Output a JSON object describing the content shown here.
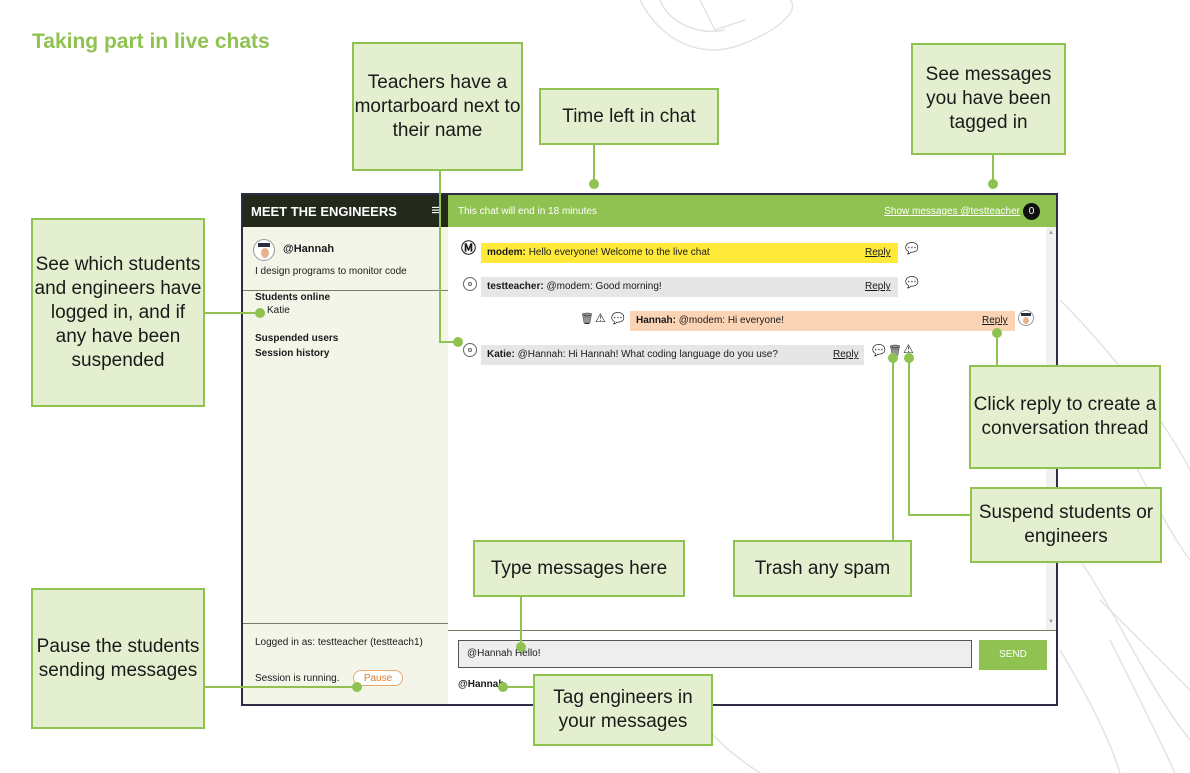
{
  "page_title": "Taking part in live chats",
  "app": {
    "sidebar": {
      "title": "MEET THE ENGINEERS",
      "menu_icon": "hamburger-icon",
      "profile": {
        "name": "@Hannah",
        "bio": "I design programs to monitor code"
      },
      "students_online_label": "Students online",
      "students_online": [
        "Katie"
      ],
      "suspended_label": "Suspended users",
      "history_label": "Session history",
      "logged_in": "Logged in as: testteacher (testteach1)",
      "session_status": "Session is running.",
      "pause_label": "Pause"
    },
    "header": {
      "timer": "This chat will end in 18 minutes",
      "tag_link": "Show messages @testteacher",
      "tag_count": "0"
    },
    "messages": [
      {
        "sender": "modem:",
        "text": "Hello everyone! Welcome to the live chat",
        "reply": "Reply",
        "bg": "#ffea3a"
      },
      {
        "sender": "testteacher:",
        "text": "@modem: Good morning!",
        "reply": "Reply",
        "bg": "#e6e6e6"
      },
      {
        "sender": "Hannah:",
        "text": "@modem: Hi everyone!",
        "reply": "Reply",
        "bg": "#fbd3b5"
      },
      {
        "sender": "Katie:",
        "text": "@Hannah: Hi Hannah! What coding language do you use?",
        "reply": "Reply",
        "bg": "#e6e6e6"
      }
    ],
    "compose": {
      "value": "@Hannah Hello!",
      "send_label": "SEND",
      "tag_hint": "@Hannah"
    }
  },
  "callouts": {
    "mortarboard": "Teachers have a mortarboard next to their name",
    "time_left": "Time left in chat",
    "tagged": "See messages you have been tagged in",
    "students": "See which students and engineers have logged in, and if any have been suspended",
    "reply": "Click reply to create a conversation thread",
    "suspend": "Suspend students or engineers",
    "trash": "Trash any spam",
    "type": "Type messages here",
    "pause": "Pause the students sending messages",
    "tag": "Tag engineers in your messages"
  },
  "colors": {
    "accent": "#8fc251",
    "callout_bg": "#e4efcf",
    "dark": "#232a1c",
    "window_border": "#2b2d45"
  }
}
